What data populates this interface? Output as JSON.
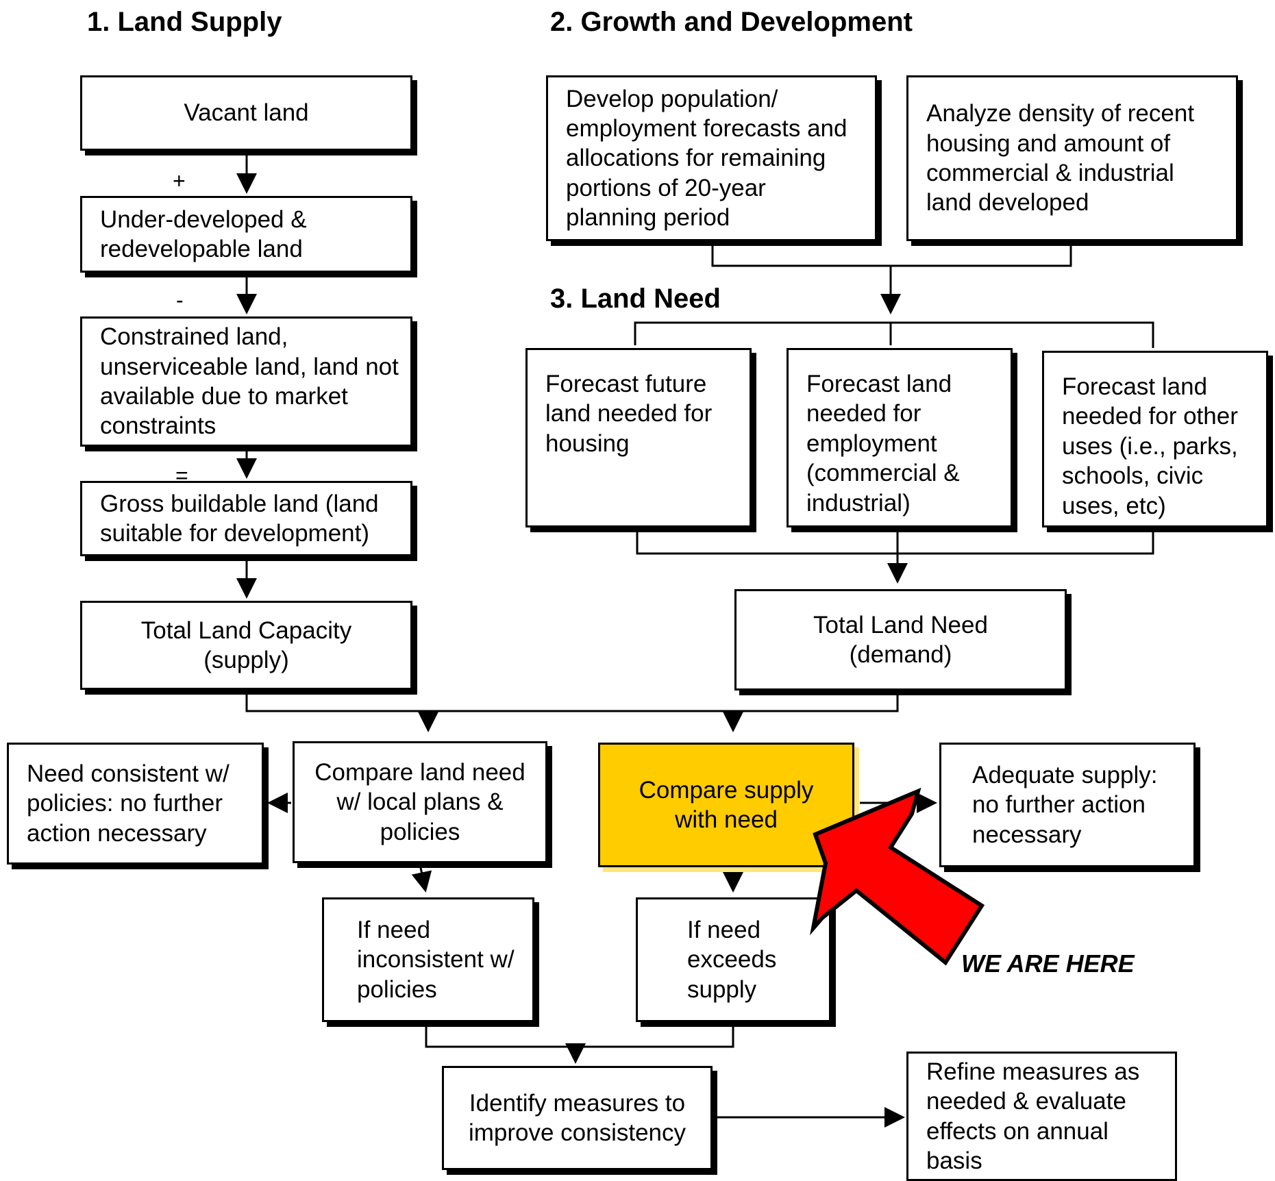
{
  "headings": {
    "land_supply": "1. Land Supply",
    "growth": "2. Growth and Development",
    "land_need": "3. Land Need"
  },
  "supply": {
    "vacant": "Vacant land",
    "plus": "+",
    "underdeveloped": "Under-developed & redevelopable land",
    "minus": "-",
    "constrained": "Constrained land, unserviceable land, land not available due to market constraints",
    "equals": "=",
    "gross": "Gross buildable land (land suitable for development)",
    "total": "Total Land Capacity (supply)"
  },
  "growth": {
    "forecasts": "Develop population/ employment forecasts and allocations for remaining portions of 20-year planning period",
    "density": "Analyze density of recent housing and amount of commercial & industrial land developed"
  },
  "need": {
    "housing": "Forecast future land needed for housing",
    "employment": "Forecast land needed for employment (commercial & industrial)",
    "other": "Forecast land needed for other uses (i.e., parks, schools, civic uses, etc)",
    "total": "Total Land Need (demand)"
  },
  "compare": {
    "consistent": "Need consistent w/ policies: no further action necessary",
    "plans": "Compare land need w/ local plans & policies",
    "supply_need": "Compare supply with need",
    "adequate": "Adequate supply: no further action necessary",
    "inconsistent": "If need inconsistent w/ policies",
    "exceeds": "If need exceeds supply",
    "identify": "Identify measures to improve consistency",
    "refine": "Refine measures as needed & evaluate effects on annual basis"
  },
  "marker": {
    "label": "WE ARE HERE"
  },
  "colors": {
    "highlight": "#FFCC00",
    "marker": "#FF0000",
    "ink": "#000000"
  }
}
